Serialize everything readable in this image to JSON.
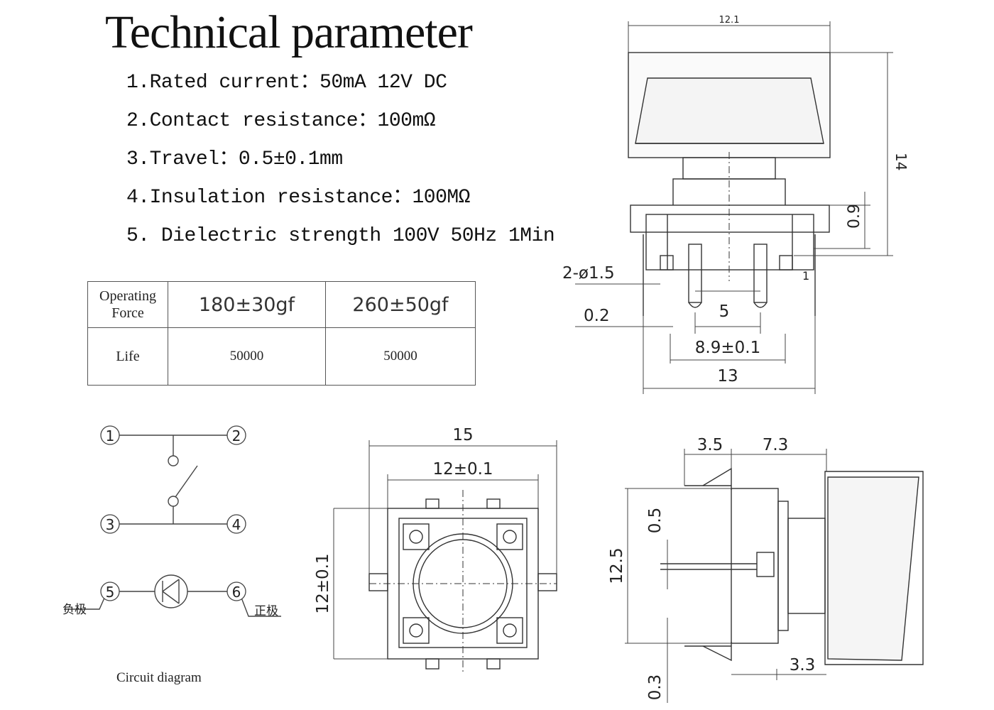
{
  "title": "Technical parameter",
  "parameters": [
    "1.Rated current：50mA 12V DC",
    "2.Contact resistance：100mΩ",
    "3.Travel：0.5±0.1mm",
    "4.Insulation resistance：100MΩ",
    "5. Dielectric strength 100V 50Hz 1Min"
  ],
  "spec_table": {
    "header_label": "Operating Force",
    "header_line1": "Operating",
    "header_line2": "Force",
    "force_a": "180±30gf",
    "force_b": "260±50gf",
    "life_label": "Life",
    "life_a": "50000",
    "life_b": "50000"
  },
  "circuit": {
    "caption": "Circuit diagram",
    "pins": [
      "1",
      "2",
      "3",
      "4",
      "5",
      "6"
    ],
    "negative_label": "负极",
    "positive_label": "正极"
  },
  "side_view_dims": {
    "width_top": "12.1",
    "height": "14",
    "offset": "0.9",
    "holes": "2-ø1.5",
    "gap": "0.2",
    "pitch": "5",
    "pin_span": "8.9±0.1",
    "total_width": "13",
    "small": "1"
  },
  "top_view_dims": {
    "outer": "15",
    "inner": "12±0.1",
    "vertical": "12±0.1"
  },
  "profile_dims": {
    "a": "3.5",
    "b": "7.3",
    "height": "12.5",
    "c": "0.5",
    "d": "0.3",
    "e": "3.3"
  }
}
